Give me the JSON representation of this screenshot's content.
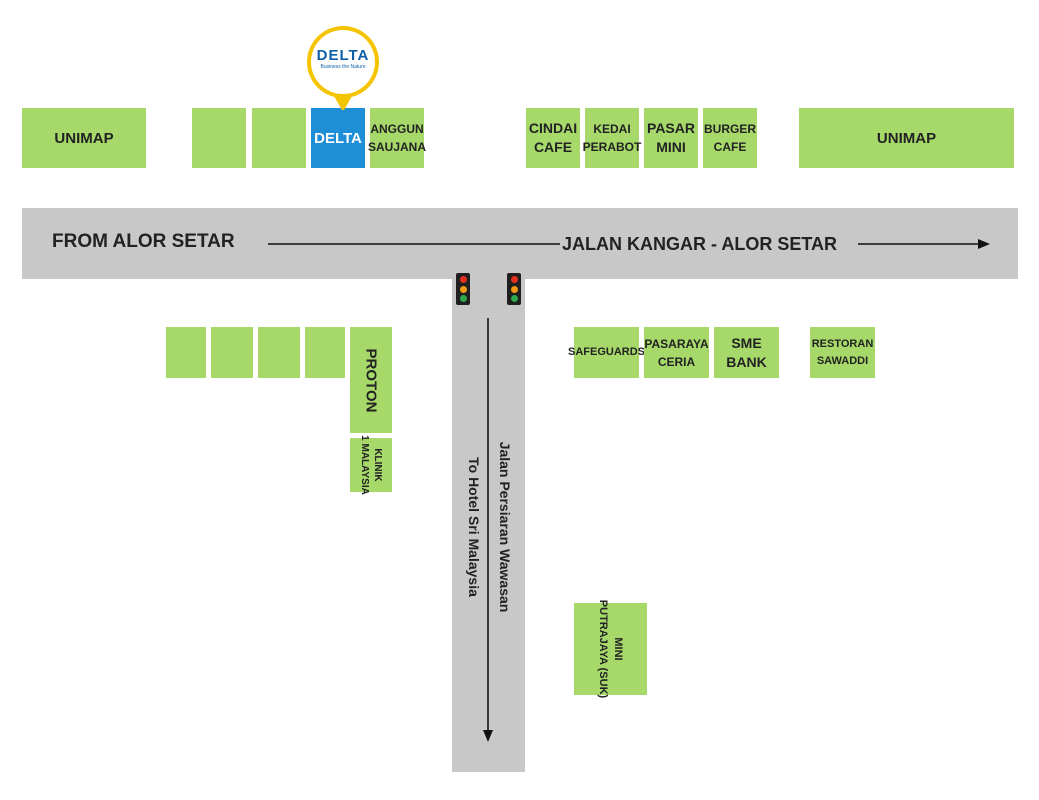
{
  "colors": {
    "lot_green": "#a6d96a",
    "highlight_blue": "#1e8fd6",
    "road_gray": "#c8c8c8",
    "logo_ring": "#f5c400",
    "light_red": "#e53020",
    "light_amber": "#f39a16",
    "light_green": "#2ea84a"
  },
  "logo": {
    "name": "DELTA",
    "tagline": "Business the Nature"
  },
  "roads": {
    "main_origin": "FROM ALOR SETAR",
    "main_name": "JALAN KANGAR - ALOR SETAR",
    "side_name": "Jalan Persiaran Wawasan",
    "side_destination": "To Hotel Sri Malaysia"
  },
  "north_lots": {
    "unimap_left": "UNIMAP",
    "delta_line": "DELTA",
    "anggun_line1": "ANGGUN",
    "anggun_line2": "SAUJANA",
    "cindai_line1": "CINDAI",
    "cindai_line2": "CAFE",
    "kedai_line1": "KEDAI",
    "kedai_line2": "PERABOT",
    "pasar_line1": "PASAR",
    "pasar_line2": "MINI",
    "burger_line1": "BURGER",
    "burger_line2": "CAFE",
    "unimap_right": "UNIMAP"
  },
  "south_lots": {
    "proton": "PROTON",
    "klinik_line1": "KLINIK",
    "klinik_line2": "1 MALAYSIA",
    "safeguards": "SAFEGUARDS",
    "pasaraya_line1": "PASARAYA",
    "pasaraya_line2": "CERIA",
    "sme_line1": "SME",
    "sme_line2": "BANK",
    "restoran_line1": "RESTORAN",
    "restoran_line2": "SAWADDI",
    "putrajaya_line1": "MINI",
    "putrajaya_line2": "PUTRAJAYA (SUK)"
  }
}
